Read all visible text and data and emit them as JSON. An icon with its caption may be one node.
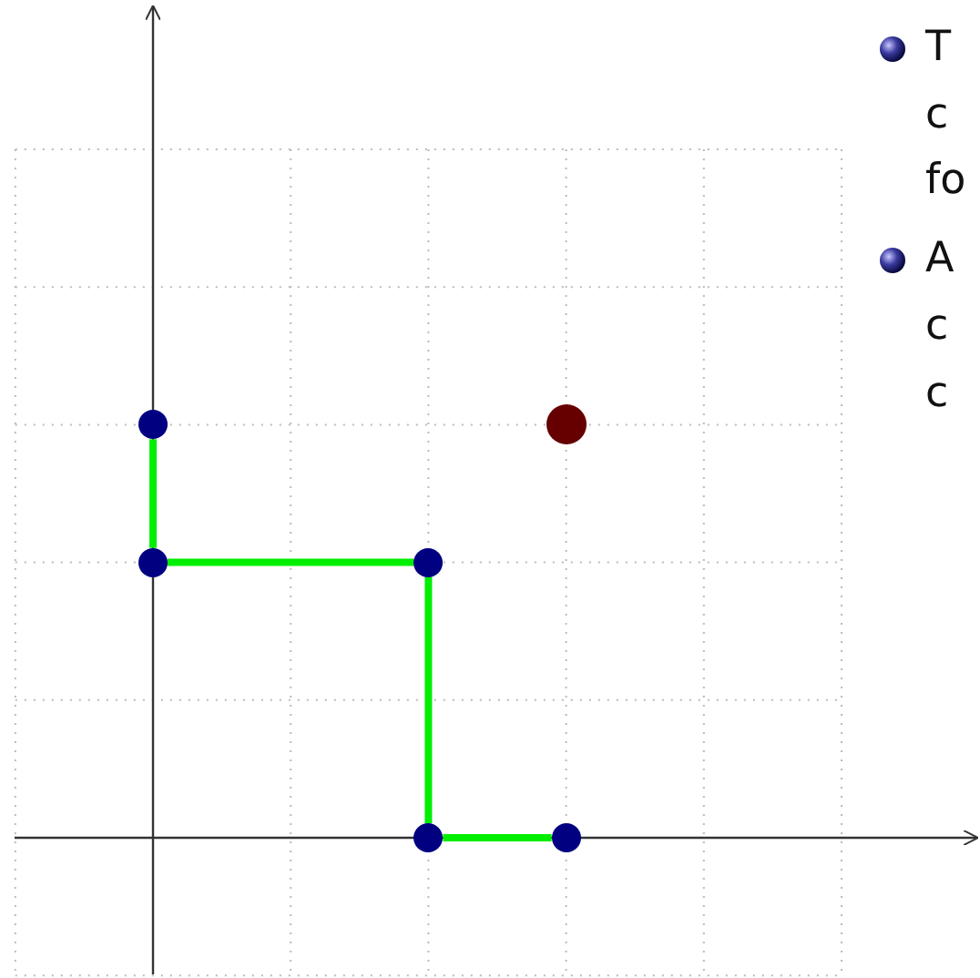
{
  "diagram": {
    "nodes": [
      {
        "text": [],
        "shape": "circle"
      },
      {
        "text": [],
        "shape": "circle"
      },
      {
        "text": [],
        "shape": "circle"
      },
      {
        "text": [],
        "shape": "circle"
      },
      {
        "text": [],
        "shape": "circle"
      },
      {
        "text": [],
        "shape": "circle"
      }
    ],
    "edges": [
      {
        "from": 0,
        "to": 2,
        "arrow": "none"
      },
      {
        "from": 2,
        "to": 3,
        "arrow": "none"
      },
      {
        "from": 3,
        "to": 4,
        "arrow": "none"
      },
      {
        "from": 4,
        "to": 5,
        "arrow": "none"
      }
    ],
    "labels": [
      "T",
      "c",
      "fo",
      "A",
      "c",
      "c"
    ]
  }
}
